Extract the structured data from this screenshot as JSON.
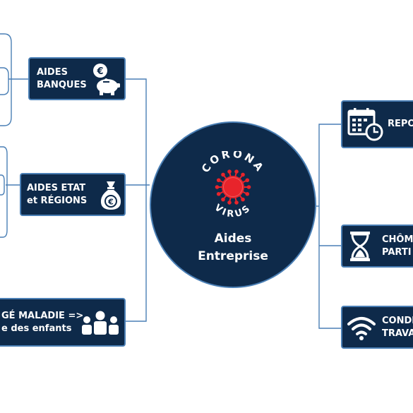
{
  "center": {
    "logo_top": "CORONA",
    "logo_bottom": "VIRUS",
    "title_line1": "Aides",
    "title_line2": "Entreprise"
  },
  "left_nodes": [
    {
      "line1": "AIDES",
      "line2": "BANQUES",
      "icon": "piggy-bank-euro-icon"
    },
    {
      "line1": "AIDES ETAT",
      "line2": "et RÉGIONS",
      "icon": "money-bag-euro-icon"
    },
    {
      "line1": "GÉ MALADIE =>",
      "line2": "e des enfants",
      "icon": "family-icon"
    }
  ],
  "right_nodes": [
    {
      "line1": "REPO",
      "line2": "",
      "icon": "calendar-clock-icon"
    },
    {
      "line1": "CHÔM",
      "line2": "PARTI",
      "icon": "hourglass-icon"
    },
    {
      "line1": "CONDI",
      "line2": "TRAVA",
      "icon": "wifi-icon"
    }
  ],
  "colors": {
    "node_fill": "#0e2a4a",
    "node_border": "#4a7fb5",
    "connector": "#4a7fb5",
    "virus_red": "#e8242b",
    "text": "#ffffff"
  }
}
